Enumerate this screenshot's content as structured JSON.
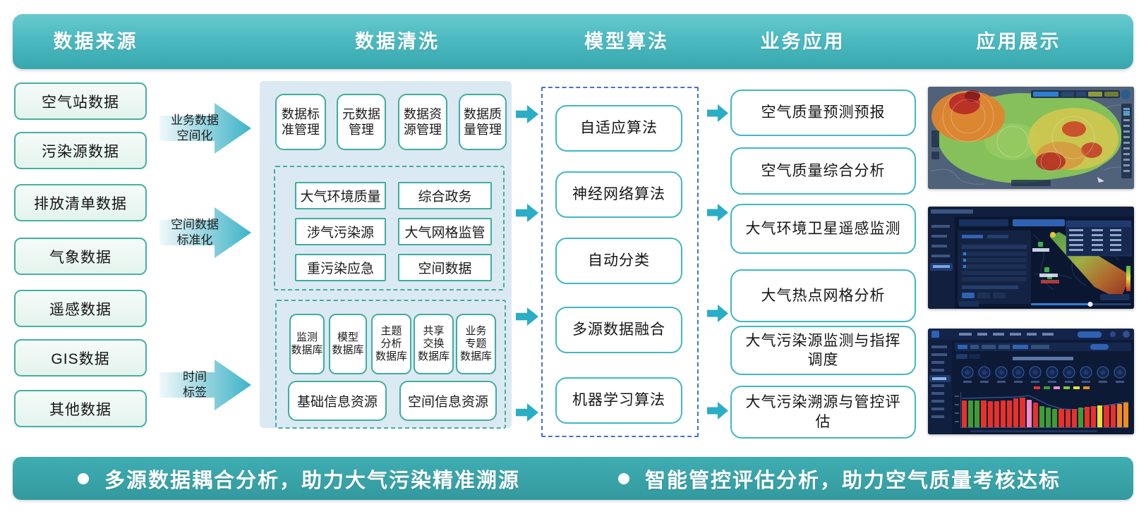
{
  "palette": {
    "header_teal_top": "#67cacf",
    "header_teal_bottom": "#37a7ae",
    "footer_teal": "#38a2a7",
    "teal_box_border": "#3fae9e",
    "cyan_box_border": "#41b8c3",
    "flow_arrow_teal": "#29aec5",
    "cleaning_panel_bg": "#dbe9f2",
    "algorithm_dashed_blue": "#4273c8",
    "source_box_fill": "#ecf7f3"
  },
  "header": {
    "columns": [
      "数据来源",
      "数据清洗",
      "模型算法",
      "业务应用",
      "应用展示"
    ]
  },
  "sources": {
    "items": [
      "空气站数据",
      "污染源数据",
      "排放清单数据",
      "气象数据",
      "遥感数据",
      "GIS数据",
      "其他数据"
    ]
  },
  "source_arrows": [
    "业务数据\n空间化",
    "空间数据\n标准化",
    "时间\n标签"
  ],
  "cleaning": {
    "management": [
      "数据标\n准管理",
      "元数据\n管理",
      "数据资\n源管理",
      "数据质\n量管理"
    ],
    "domains": [
      "大气环境质量",
      "综合政务",
      "涉气污染源",
      "大气网格监管",
      "重污染应急",
      "空间数据"
    ],
    "databases": [
      "监测\n数据库",
      "模型\n数据库",
      "主题\n分析\n数据库",
      "共享\n交换\n数据库",
      "业务\n专题\n数据库"
    ],
    "resources": [
      "基础信息资源",
      "空间信息资源"
    ]
  },
  "algorithms": [
    "自适应算法",
    "神经网络算法",
    "自动分类",
    "多源数据融合",
    "机器学习算法"
  ],
  "applications": [
    "空气质量预测预报",
    "空气质量综合分析",
    "大气环境卫星遥感监测",
    "大气热点网格分析",
    "大气污染源监测与指挥调度",
    "大气污染溯源与管控评估"
  ],
  "showcase": {
    "image_names": [
      "air-quality-forecast-heatmap",
      "satellite-remote-sensing-dashboard",
      "assessment-bar-chart-dashboard"
    ],
    "bar_chart": {
      "colors": [
        "#e8312a",
        "#3f9c35",
        "#3f9c35",
        "#e8312a",
        "#e8312a",
        "#e8312a",
        "#e8312a",
        "#e8312a",
        "#e8312a",
        "#e8312a",
        "#ef8ccb",
        "#e8312a",
        "#3f9c35",
        "#3f9c35",
        "#3f9c35",
        "#e8312a",
        "#e8312a",
        "#e8312a",
        "#3f9c35",
        "#e8312a",
        "#e8312a",
        "#e8e337",
        "#e8312a",
        "#e8312a",
        "#f08c1e",
        "#f08c1e"
      ],
      "heights": [
        80,
        80,
        79,
        79,
        78,
        78,
        79,
        80,
        85,
        87,
        82,
        73,
        63,
        58,
        55,
        54,
        53,
        54,
        58,
        61,
        63,
        64,
        65,
        67,
        69,
        72
      ]
    }
  },
  "footer": {
    "bullets": [
      "多源数据耦合分析，助力大气污染精准溯源",
      "智能管控评估分析，助力空气质量考核达标"
    ]
  }
}
